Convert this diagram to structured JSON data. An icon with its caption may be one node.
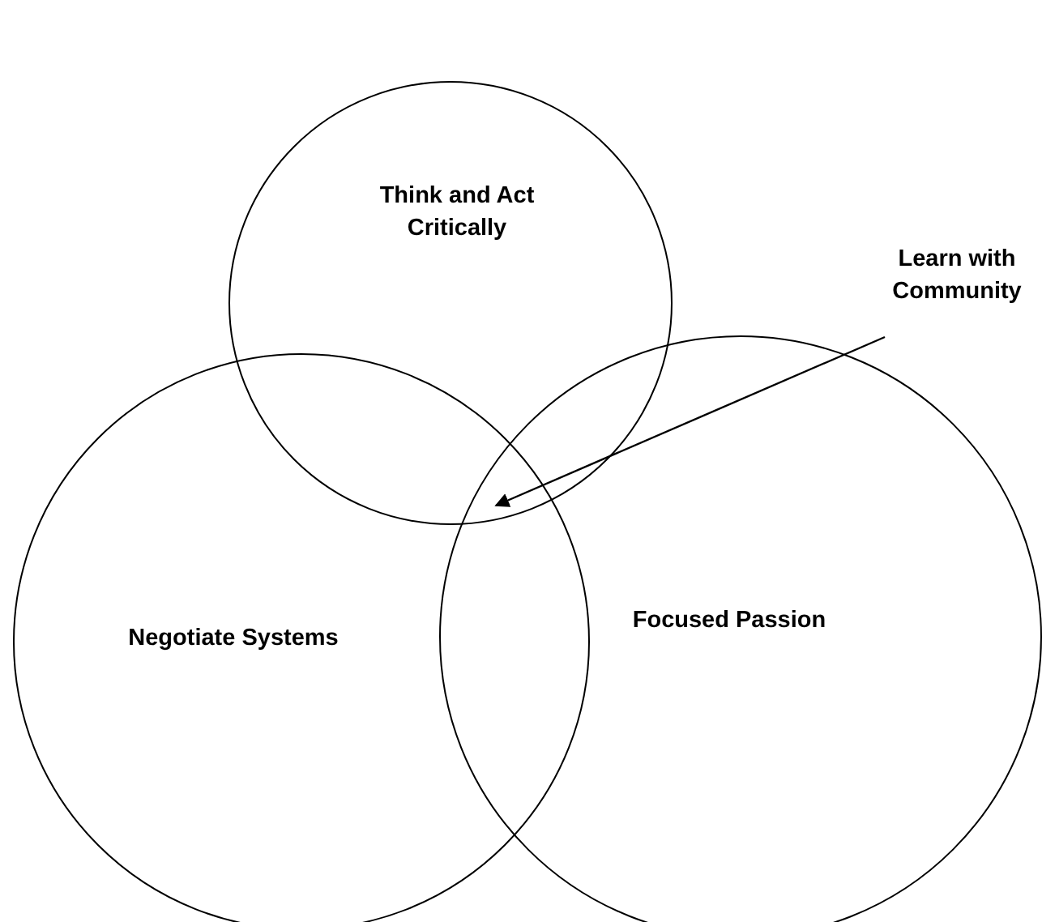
{
  "diagram": {
    "nodes": [
      {
        "text": [
          "Think and Act Critically"
        ]
      },
      {
        "text": [
          "Negotiate Systems"
        ]
      },
      {
        "text": [
          "Focused Passion"
        ]
      },
      {
        "text": [
          "Learn with Community"
        ]
      }
    ],
    "edges": [
      {
        "from": 3,
        "to": 0,
        "arrow": "to"
      }
    ]
  }
}
